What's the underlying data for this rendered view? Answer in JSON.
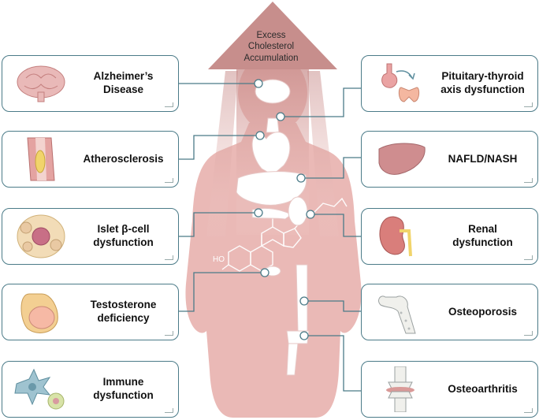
{
  "arrow_label": [
    "Excess",
    "Cholesterol",
    "Accumulation"
  ],
  "left_boxes": [
    {
      "label": "Alzheimer’s\nDisease",
      "icon": "brain-icon"
    },
    {
      "label": "Atherosclerosis",
      "icon": "artery-icon"
    },
    {
      "label": "Islet β-cell\ndysfunction",
      "icon": "islet-cell-icon"
    },
    {
      "label": "Testosterone\ndeficiency",
      "icon": "testis-icon"
    },
    {
      "label": "Immune\ndysfunction",
      "icon": "immune-cell-icon"
    }
  ],
  "right_boxes": [
    {
      "label": "Pituitary-thyroid\naxis dysfunction",
      "icon": "pituitary-thyroid-icon"
    },
    {
      "label": "NAFLD/NASH",
      "icon": "liver-icon"
    },
    {
      "label": "Renal\ndysfunction",
      "icon": "kidney-icon"
    },
    {
      "label": "Osteoporosis",
      "icon": "bone-icon"
    },
    {
      "label": "Osteoarthritis",
      "icon": "joint-icon"
    }
  ],
  "molecule_label": "HO",
  "colors": {
    "box_border": "#4b7b88",
    "connector": "#4b7b88",
    "body_fill": "#e9b7b4",
    "arrow_fill": "#c98e8c",
    "organ_fill": "#ffffff"
  }
}
